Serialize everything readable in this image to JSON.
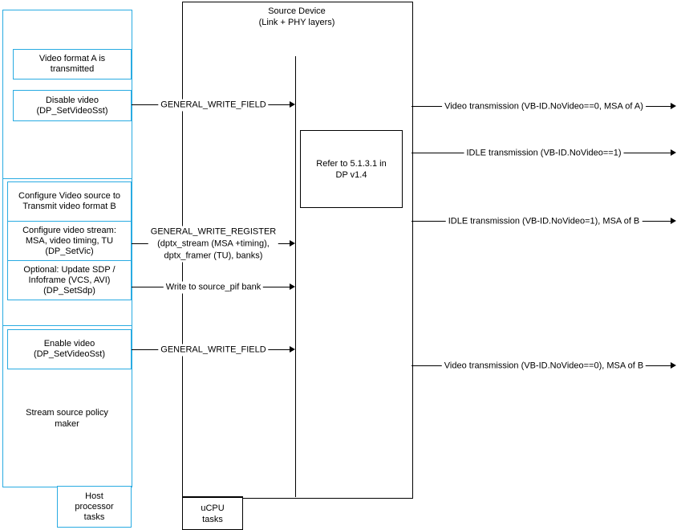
{
  "host": {
    "boxes": {
      "video_format_a": "Video format A is\ntransmitted",
      "disable_video": "Disable video\n(DP_SetVideoSst)",
      "configure_source": "Configure Video source to\nTransmit video format B",
      "configure_stream": "Configure video stream:\nMSA, video timing, TU\n(DP_SetVic)",
      "update_sdp": "Optional: Update SDP /\nInfoframe (VCS, AVI)\n(DP_SetSdp)",
      "enable_video": "Enable video\n(DP_SetVideoSst)"
    },
    "policy_maker": "Stream source policy\nmaker",
    "footer": "Host\nprocessor\ntasks"
  },
  "source_device": {
    "title": "Source Device\n(Link + PHY layers)",
    "refer_note": "Refer to 5.1.3.1 in\nDP v1.4",
    "ucpu_footer": "uCPU\ntasks"
  },
  "uc_writes": {
    "write_field_1": "GENERAL_WRITE_FIELD",
    "write_register": "GENERAL_WRITE_REGISTER\n(dptx_stream (MSA +timing),\ndptx_framer (TU), banks)",
    "write_pif": "Write to source_pif bank",
    "write_field_2": "GENERAL_WRITE_FIELD"
  },
  "link_outputs": {
    "video_a": "Video transmission (VB-ID.NoVideo==0, MSA of A)",
    "idle_1": "IDLE transmission (VB-ID.NoVideo==1)",
    "idle_b": "IDLE transmission (VB-ID.NoVideo=1), MSA of B",
    "video_b": "Video transmission (VB-ID.NoVideo==0), MSA of B"
  },
  "colors": {
    "host_accent": "#29ABE2",
    "diagram_line": "#000000",
    "background": "#ffffff"
  }
}
